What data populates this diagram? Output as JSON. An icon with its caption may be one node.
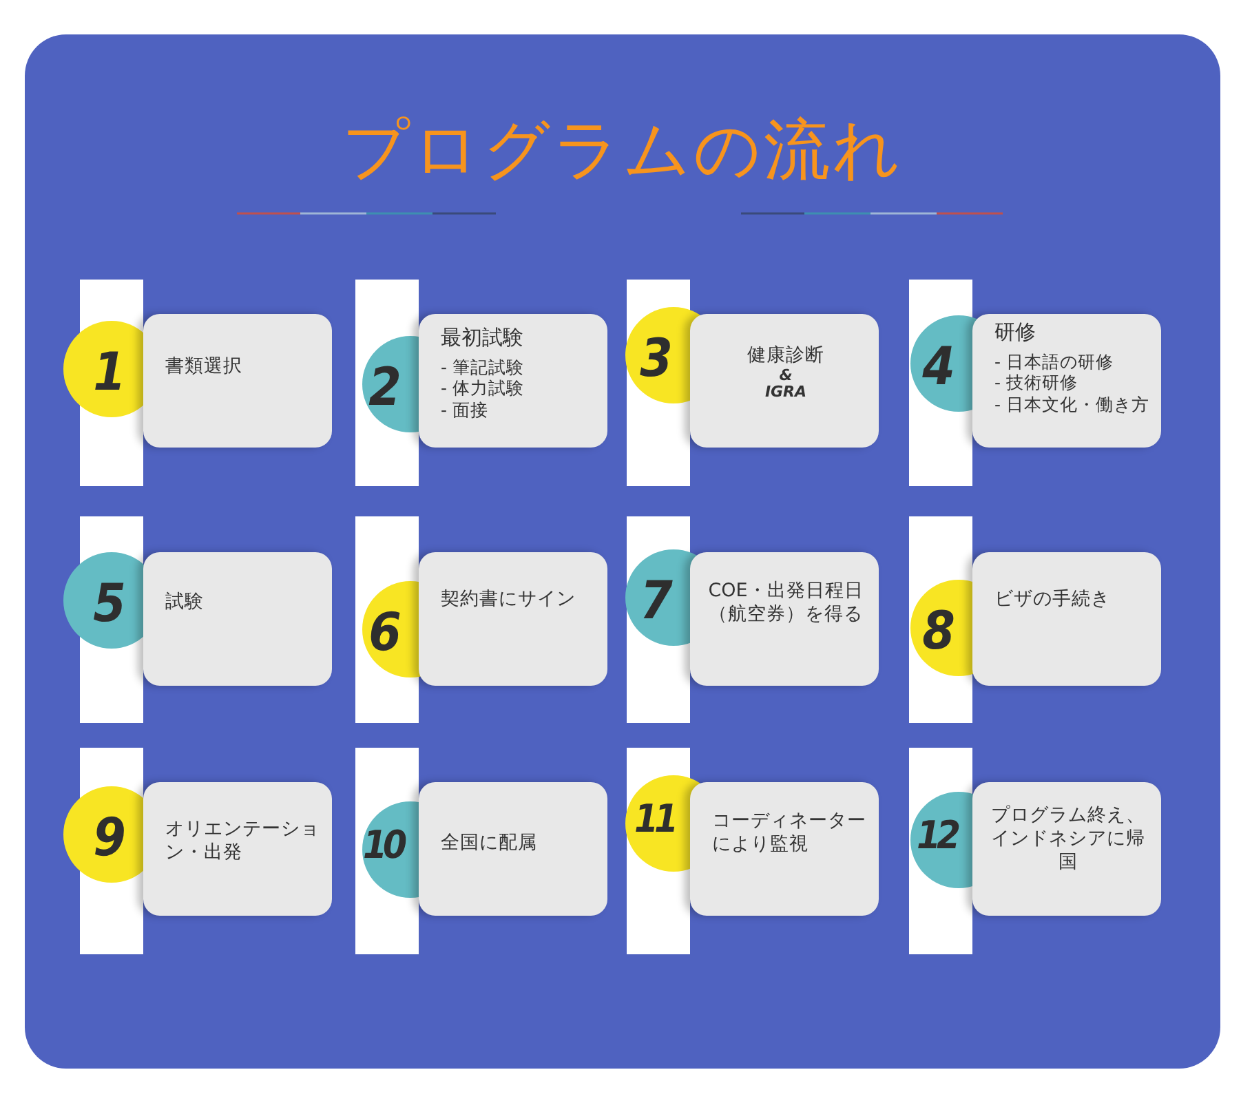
{
  "diagram": {
    "title": "プログラムの流れ",
    "nodes": [
      {
        "text": [
          "1",
          "書類選択"
        ]
      },
      {
        "text": [
          "2",
          "最初試験",
          "- 筆記試験",
          "- 体力試験",
          "- 面接"
        ]
      },
      {
        "text": [
          "3",
          "健康診断",
          "&",
          "IGRA"
        ]
      },
      {
        "text": [
          "4",
          "研修",
          "- 日本語の研修",
          "- 技術研修",
          "- 日本文化・働き方"
        ]
      },
      {
        "text": [
          "5",
          "試験"
        ]
      },
      {
        "text": [
          "6",
          "契約書にサイン"
        ]
      },
      {
        "text": [
          "7",
          "COE・出発日程日（航空券）を得る"
        ]
      },
      {
        "text": [
          "8",
          "ビザの手続き"
        ]
      },
      {
        "text": [
          "9",
          "オリエンテーション・出発"
        ]
      },
      {
        "text": [
          "10",
          "全国に配属"
        ]
      },
      {
        "text": [
          "11",
          "コーディネーターにより監視"
        ]
      },
      {
        "text": [
          "12",
          "プログラム終え、インドネシアに帰国"
        ]
      }
    ]
  }
}
